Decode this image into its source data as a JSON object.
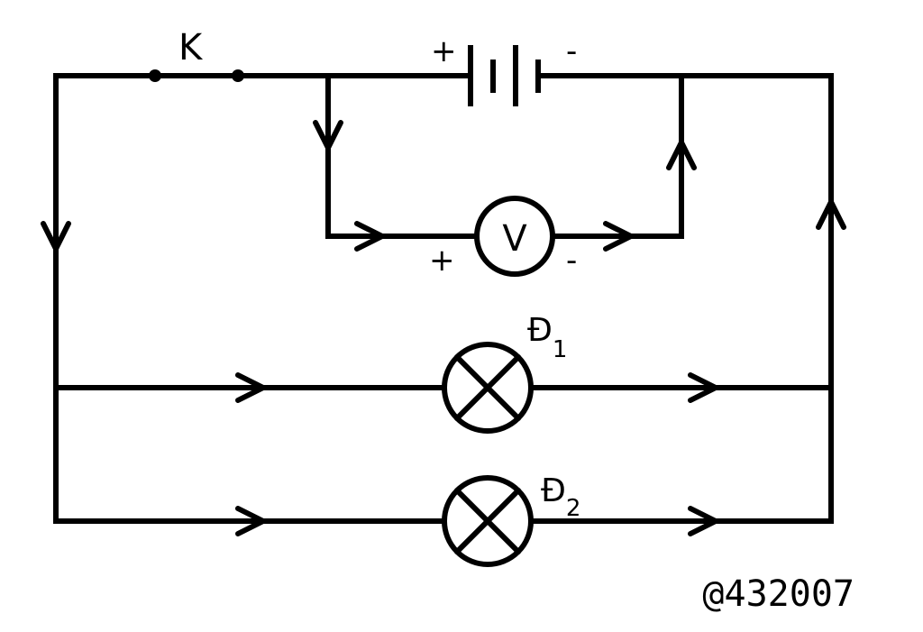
{
  "switch": {
    "label": "K"
  },
  "battery": {
    "plus": "+",
    "minus": "-"
  },
  "voltmeter": {
    "symbol": "V",
    "plus": "+",
    "minus": "-"
  },
  "lamp1": {
    "letter": "Đ",
    "subscript": "1"
  },
  "lamp2": {
    "letter": "Đ",
    "subscript": "2"
  },
  "watermark": "@432007",
  "colors": {
    "ink": "#000000",
    "background": "#ffffff"
  }
}
